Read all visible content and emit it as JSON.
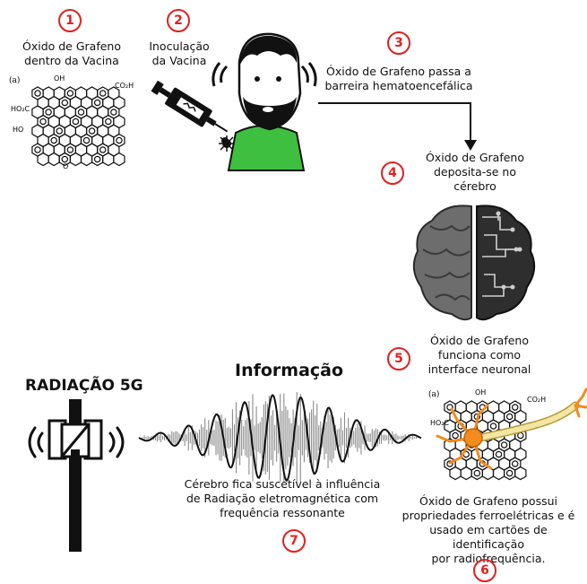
{
  "steps": [
    {
      "number": "1",
      "label_lines": [
        "Óxido de Grafeno",
        "dentro da Vacina"
      ]
    },
    {
      "number": "2",
      "label_lines": [
        "Inoculação",
        "da Vacina"
      ]
    },
    {
      "number": "3",
      "label_lines": [
        "Óxido de Grafeno passa a",
        "barreira hematoencefálica"
      ]
    },
    {
      "number": "4",
      "label_lines": [
        "Óxido de Grafeno",
        "deposita-se no",
        "cérebro"
      ]
    },
    {
      "number": "5",
      "label_lines": [
        "Óxido de Grafeno",
        "funciona como",
        "interface neuronal"
      ]
    },
    {
      "number": "6",
      "label_lines": [
        "Óxido de Grafeno possui",
        "propriedades ferroelétricas e é",
        "usado em cartões de identificação",
        "por radiofrequência."
      ]
    },
    {
      "number": "7",
      "label_lines": [
        "Cérebro fica suscetível à influência",
        "de Radiação eletromagnética com",
        "frequência ressonante"
      ]
    }
  ],
  "radiation_title": "RADIAÇÃO 5G",
  "wave_title": "Informação",
  "molecule_tag": "(a)",
  "molecule_labels": {
    "oh": "OH",
    "co2h": "CO₂H",
    "ho2c": "HO₂C",
    "ho": "HO",
    "o": "O"
  },
  "colors": {
    "accent": "#e02020",
    "shirt": "#3fbf3f",
    "neuron": "#f28c1e",
    "axon": "#f3e6a3"
  }
}
